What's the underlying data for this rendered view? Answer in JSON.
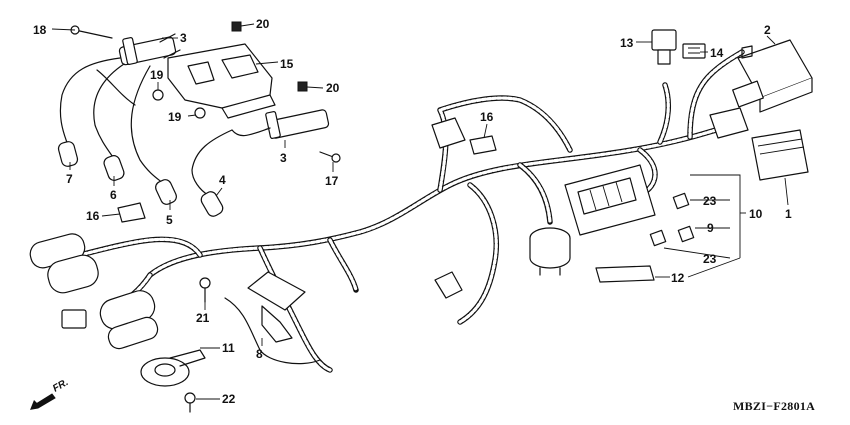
{
  "diagram": {
    "code": "MBZI−F2801A",
    "direction_label": "FR.",
    "callouts": [
      {
        "label": "18"
      },
      {
        "label": "3"
      },
      {
        "label": "20"
      },
      {
        "label": "19"
      },
      {
        "label": "15"
      },
      {
        "label": "20"
      },
      {
        "label": "19"
      },
      {
        "label": "3"
      },
      {
        "label": "17"
      },
      {
        "label": "7"
      },
      {
        "label": "6"
      },
      {
        "label": "5"
      },
      {
        "label": "4"
      },
      {
        "label": "16"
      },
      {
        "label": "16"
      },
      {
        "label": "13"
      },
      {
        "label": "14"
      },
      {
        "label": "2"
      },
      {
        "label": "1"
      },
      {
        "label": "23"
      },
      {
        "label": "9"
      },
      {
        "label": "10"
      },
      {
        "label": "23"
      },
      {
        "label": "12"
      },
      {
        "label": "21"
      },
      {
        "label": "8"
      },
      {
        "label": "11"
      },
      {
        "label": "22"
      }
    ]
  }
}
